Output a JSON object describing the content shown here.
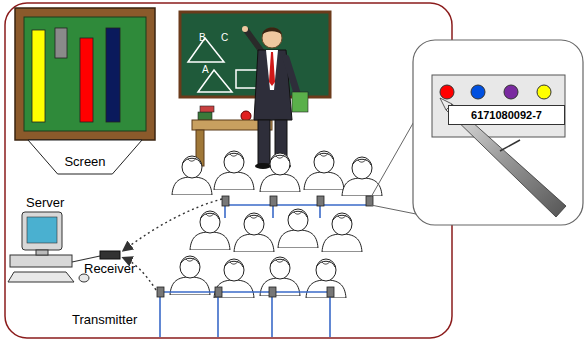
{
  "diagram": {
    "nodes": [
      {
        "text": [
          "Screen"
        ]
      },
      {
        "text": [
          "6171080092-7"
        ]
      }
    ],
    "labels": [
      "B",
      "C",
      "A",
      "Server",
      "Receiver",
      "Transmitter"
    ]
  }
}
